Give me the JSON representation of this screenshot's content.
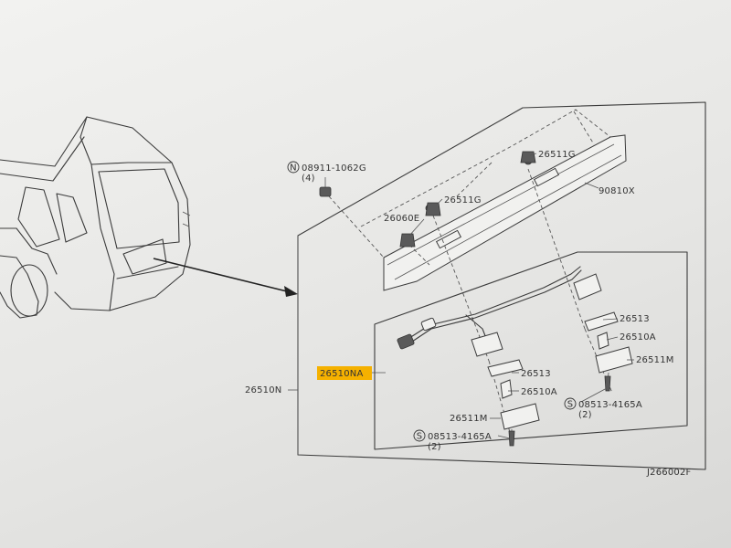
{
  "figure_code": "J266002F",
  "callouts": {
    "c08911": "08911-1062G",
    "c08911_qty": "(4)",
    "c26511g_top": "26511G",
    "c90810x": "90810X",
    "c26511g_mid": "26511G",
    "c26060e": "26060E",
    "c26513_right": "26513",
    "c26510a_right": "26510A",
    "c26511m_right": "26511M",
    "c26510na": "26510NA",
    "c26513_left": "26513",
    "c26510a_left": "26510A",
    "c26510n": "26510N",
    "c08513_right": "08513-4165A",
    "c08513_right_qty": "(2)",
    "c26511m_left": "26511M",
    "c08513_left": "08513-4165A",
    "c08513_left_qty": "(2)"
  },
  "symbols": {
    "nut": "N",
    "screw": "S"
  },
  "colors": {
    "line": "#3b3b3b",
    "highlight": "#f5b100"
  },
  "icons": [
    "nut-symbol",
    "screw-symbol"
  ]
}
